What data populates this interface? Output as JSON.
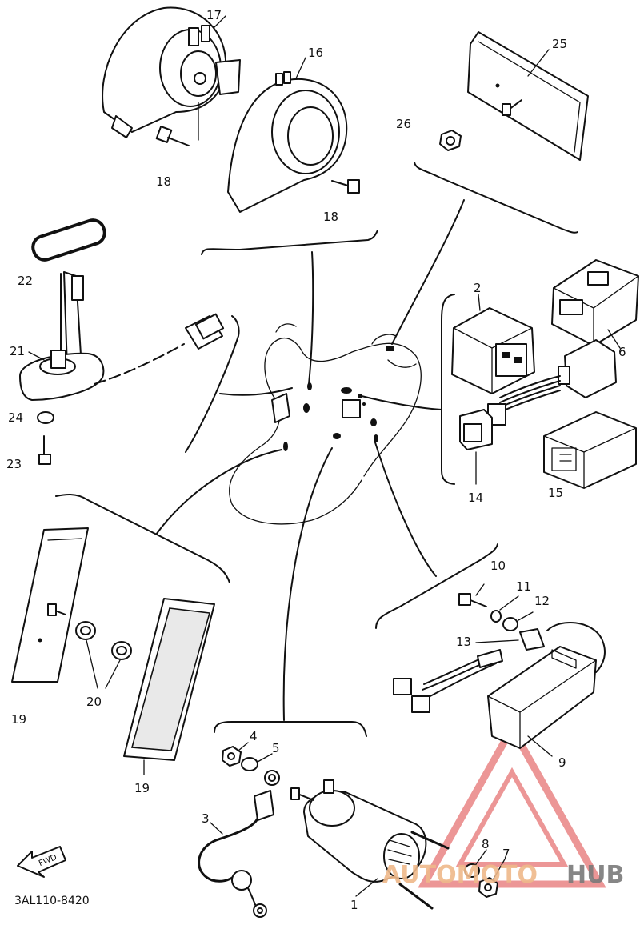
{
  "diagram": {
    "code": "3AL110-8420",
    "fwd_label": "FWD",
    "watermark": {
      "part1": "AUTOMOTO",
      "part2": "HUB"
    },
    "callouts": [
      {
        "id": "17",
        "label": "17"
      },
      {
        "id": "16",
        "label": "16"
      },
      {
        "id": "25",
        "label": "25"
      },
      {
        "id": "26",
        "label": "26"
      },
      {
        "id": "18a",
        "label": "18"
      },
      {
        "id": "18b",
        "label": "18"
      },
      {
        "id": "22",
        "label": "22"
      },
      {
        "id": "2",
        "label": "2"
      },
      {
        "id": "6",
        "label": "6"
      },
      {
        "id": "21",
        "label": "21"
      },
      {
        "id": "24",
        "label": "24"
      },
      {
        "id": "23",
        "label": "23"
      },
      {
        "id": "14",
        "label": "14"
      },
      {
        "id": "15",
        "label": "15"
      },
      {
        "id": "10",
        "label": "10"
      },
      {
        "id": "11",
        "label": "11"
      },
      {
        "id": "12",
        "label": "12"
      },
      {
        "id": "13",
        "label": "13"
      },
      {
        "id": "19a",
        "label": "19"
      },
      {
        "id": "20",
        "label": "20"
      },
      {
        "id": "19b",
        "label": "19"
      },
      {
        "id": "9",
        "label": "9"
      },
      {
        "id": "4",
        "label": "4"
      },
      {
        "id": "5",
        "label": "5"
      },
      {
        "id": "3",
        "label": "3"
      },
      {
        "id": "8",
        "label": "8"
      },
      {
        "id": "7",
        "label": "7"
      },
      {
        "id": "1",
        "label": "1"
      }
    ]
  }
}
